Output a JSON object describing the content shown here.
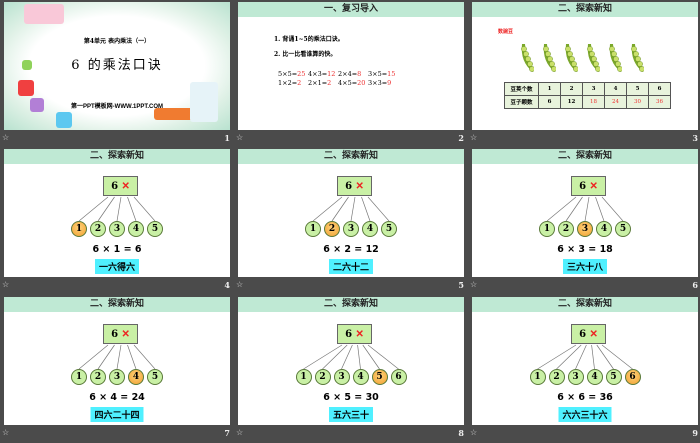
{
  "footer_icon": "star-icon",
  "slides": [
    {
      "number": "1",
      "subtitle": "第4单元 表内乘法（一）",
      "title": "6 的乘法口诀",
      "site": "第一PPT模板网-WWW.1PPT.COM"
    },
    {
      "number": "2",
      "header": "一、复习导入",
      "line1": "1. 背诵1~5的乘法口诀。",
      "line2": "2. 比一比看谁算的快。",
      "equations": [
        [
          "5×5=",
          "25"
        ],
        [
          "4×3=",
          "12"
        ],
        [
          "2×4=",
          "8"
        ],
        [
          "3×5=",
          "15"
        ],
        [
          "1×2=",
          "2"
        ],
        [
          "2×1=",
          "2"
        ],
        [
          "4×5=",
          "20"
        ],
        [
          "3×3=",
          "9"
        ]
      ]
    },
    {
      "number": "3",
      "header": "二、探索新知",
      "label": "数豌豆",
      "row1_label": "豆荚个数",
      "row1": [
        "1",
        "2",
        "3",
        "4",
        "5",
        "6"
      ],
      "row2_label": "豆子颗数",
      "row2": [
        "6",
        "12",
        "18",
        "24",
        "30",
        "36"
      ]
    },
    {
      "number": "4",
      "header": "二、探索新知",
      "box": "6",
      "box_op": "✕",
      "circles": [
        "1",
        "2",
        "3",
        "4",
        "5"
      ],
      "highlight": 0,
      "equation": "6 × 1 = 6",
      "rhyme": "一六得六"
    },
    {
      "number": "5",
      "header": "二、探索新知",
      "box": "6",
      "box_op": "✕",
      "circles": [
        "1",
        "2",
        "3",
        "4",
        "5"
      ],
      "highlight": 1,
      "equation": "6 × 2 = 12",
      "rhyme": "二六十二"
    },
    {
      "number": "6",
      "header": "二、探索新知",
      "box": "6",
      "box_op": "✕",
      "circles": [
        "1",
        "2",
        "3",
        "4",
        "5"
      ],
      "highlight": 2,
      "equation": "6 × 3 = 18",
      "rhyme": "三六十八"
    },
    {
      "number": "7",
      "header": "二、探索新知",
      "box": "6",
      "box_op": "✕",
      "circles": [
        "1",
        "2",
        "3",
        "4",
        "5"
      ],
      "highlight": 3,
      "equation": "6 × 4 = 24",
      "rhyme": "四六二十四"
    },
    {
      "number": "8",
      "header": "二、探索新知",
      "box": "6",
      "box_op": "✕",
      "circles": [
        "1",
        "2",
        "3",
        "4",
        "5",
        "6"
      ],
      "highlight": 4,
      "equation": "6 × 5 = 30",
      "rhyme": "五六三十"
    },
    {
      "number": "9",
      "header": "二、探索新知",
      "box": "6",
      "box_op": "✕",
      "circles": [
        "1",
        "2",
        "3",
        "4",
        "5",
        "6"
      ],
      "highlight": 5,
      "equation": "6 × 6 = 36",
      "rhyme": "六六三十六"
    }
  ]
}
